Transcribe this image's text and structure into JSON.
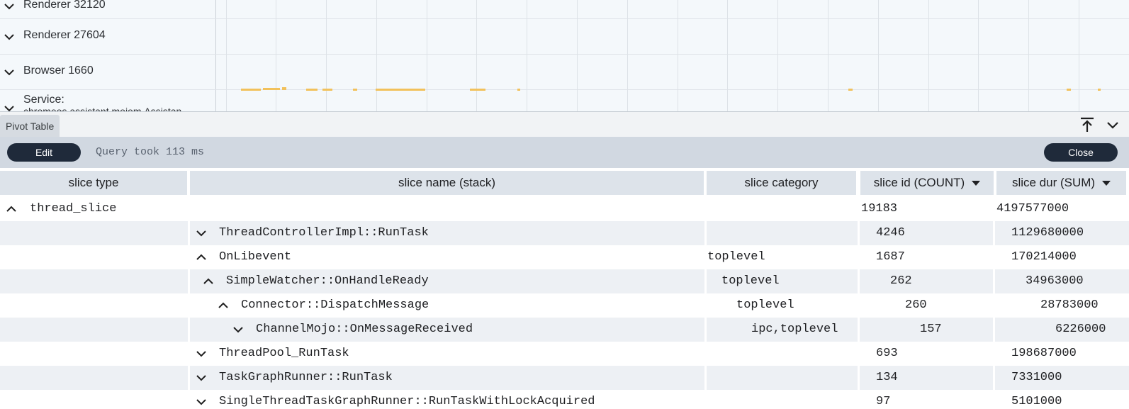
{
  "timeline": {
    "tracks": [
      {
        "title": "Renderer 32120",
        "icon": "chevron-down-icon"
      },
      {
        "title": "Renderer 27604",
        "icon": "chevron-down-icon"
      },
      {
        "title": "Browser 1660",
        "icon": "chevron-down-icon"
      },
      {
        "title": "Service:",
        "subtitle": "chromeos.assistant.mojom.Assistan",
        "icon": "chevron-down-icon"
      }
    ],
    "slice_color": "#f2c15b"
  },
  "panel": {
    "tab_label": "Pivot Table",
    "controls": [
      "maximize-icon",
      "collapse-icon"
    ]
  },
  "toolbar": {
    "edit_label": "Edit",
    "query_status": "Query took 113 ms",
    "close_label": "Close"
  },
  "table": {
    "columns": [
      {
        "label": "slice type"
      },
      {
        "label": "slice name (stack)"
      },
      {
        "label": "slice category"
      },
      {
        "label": "slice id (COUNT)",
        "sorted": "desc"
      },
      {
        "label": "slice dur (SUM)",
        "sorted": "desc"
      }
    ],
    "rows": [
      {
        "type": "thread_slice",
        "name": "",
        "category": "",
        "count": "19183",
        "dur": "4197577000",
        "caret": "up"
      },
      {
        "type": "",
        "name": "ThreadControllerImpl::RunTask",
        "category": "",
        "count": "4246",
        "dur": "1129680000",
        "caret": "down"
      },
      {
        "type": "",
        "name": "OnLibevent",
        "category": "toplevel",
        "count": "1687",
        "dur": "170214000",
        "caret": "up"
      },
      {
        "type": "",
        "name": "SimpleWatcher::OnHandleReady",
        "category": "toplevel",
        "count": "262",
        "dur": "34963000",
        "caret": "up"
      },
      {
        "type": "",
        "name": "Connector::DispatchMessage",
        "category": "toplevel",
        "count": "260",
        "dur": "28783000",
        "caret": "up"
      },
      {
        "type": "",
        "name": "ChannelMojo::OnMessageReceived",
        "category": "ipc,toplevel",
        "count": "157",
        "dur": "6226000",
        "caret": "down"
      },
      {
        "type": "",
        "name": "ThreadPool_RunTask",
        "category": "",
        "count": "693",
        "dur": "198687000",
        "caret": "down"
      },
      {
        "type": "",
        "name": "TaskGraphRunner::RunTask",
        "category": "",
        "count": "134",
        "dur": "7331000",
        "caret": "down"
      },
      {
        "type": "",
        "name": "SingleThreadTaskGraphRunner::RunTaskWithLockAcquired",
        "category": "",
        "count": "97",
        "dur": "5101000",
        "caret": "down"
      }
    ]
  },
  "colors": {
    "toolbar_bg": "#d1d8e1",
    "pill_bg": "#1f2a3a",
    "header_bg": "#dde3ea",
    "alt_row_bg": "#edf0f4"
  }
}
